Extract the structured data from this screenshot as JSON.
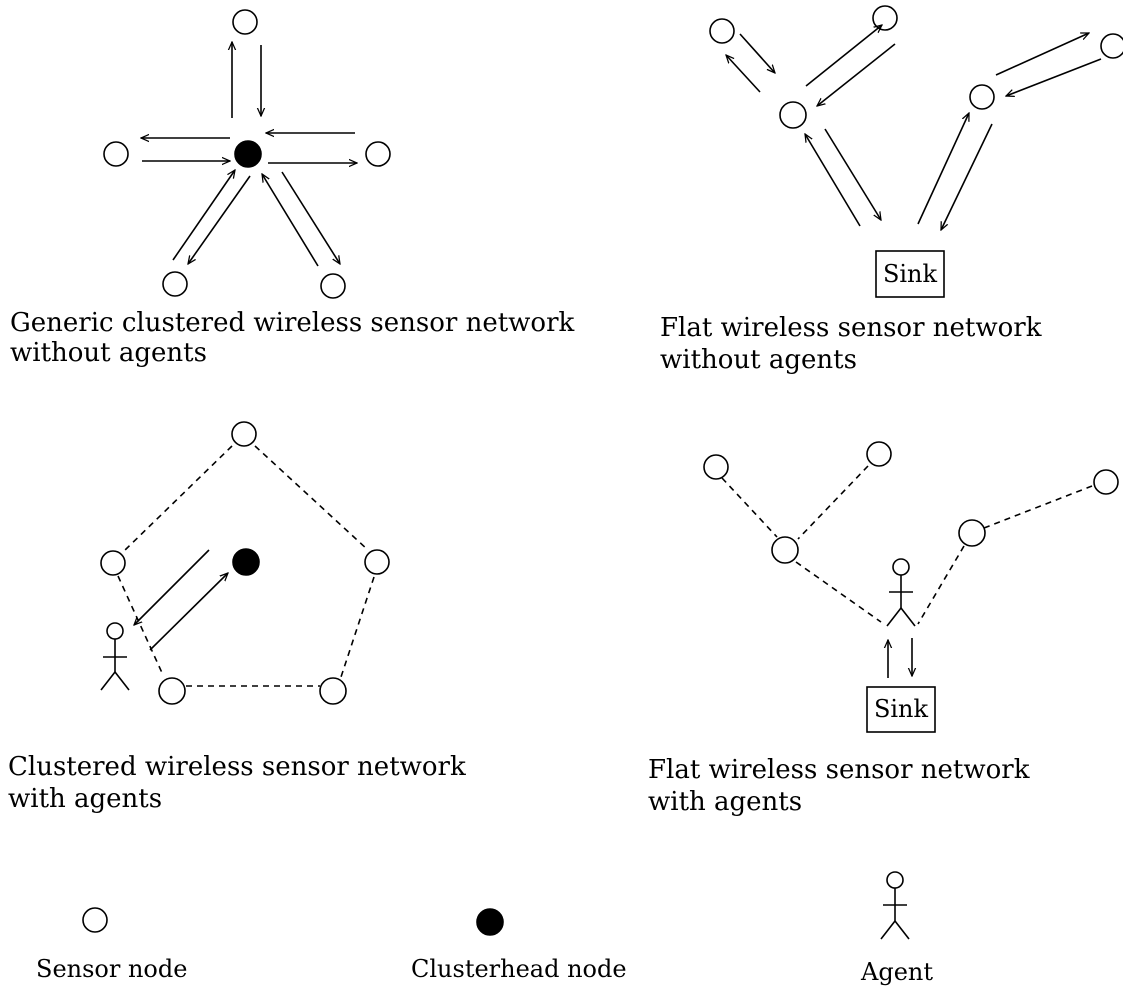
{
  "panels": {
    "clustered_no_agents": {
      "caption_line1": "Generic clustered wireless sensor network",
      "caption_line2": "without agents"
    },
    "flat_no_agents": {
      "caption_line1": "Flat wireless sensor network",
      "caption_line2": "without agents",
      "sink_label": "Sink"
    },
    "clustered_with_agents": {
      "caption_line1": "Clustered wireless sensor network",
      "caption_line2": "with agents"
    },
    "flat_with_agents": {
      "caption_line1": "Flat wireless sensor network",
      "caption_line2": "with agents",
      "sink_label": "Sink"
    }
  },
  "legend": {
    "sensor_node": "Sensor node",
    "clusterhead_node": "Clusterhead node",
    "agent": "Agent"
  }
}
